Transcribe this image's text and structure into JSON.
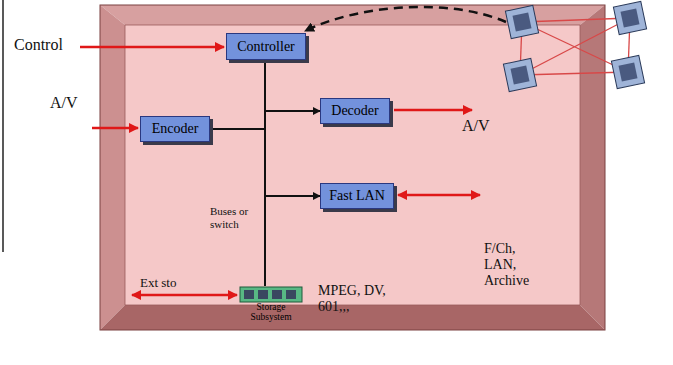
{
  "diagram": {
    "nodes": [
      {
        "text": [
          "Controller"
        ]
      },
      {
        "text": [
          "Encoder"
        ]
      },
      {
        "text": [
          "Decoder"
        ]
      },
      {
        "text": [
          "Fast LAN"
        ]
      },
      {
        "text": [
          "Storage Subsystem"
        ]
      }
    ],
    "edges": [
      {
        "from": 0,
        "to": 4,
        "arrow": "none"
      },
      {
        "from": 1,
        "to": 4,
        "arrow": "none"
      },
      {
        "from": 0,
        "to": 2,
        "arrow": "to"
      },
      {
        "from": 0,
        "to": 3,
        "arrow": "to"
      }
    ],
    "labels": [
      "Control",
      "A/V",
      "A/V",
      "Buses or switch",
      "F/Ch, LAN, Archive",
      "Ext sto",
      "MPEG, DV, 601,,,"
    ]
  }
}
